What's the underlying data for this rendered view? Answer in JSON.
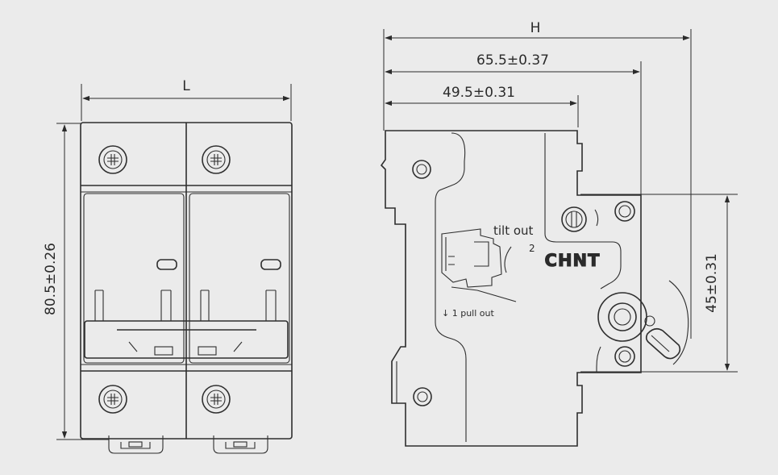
{
  "colors": {
    "background": "#ebebeb",
    "body_top": "#f1f3f5",
    "body_blue": "#bcd9ee",
    "screw": "#f2e8c8",
    "outline": "#2e2e2e"
  },
  "front_view": {
    "width_label": "L",
    "height_label": "80.5±0.26"
  },
  "side_view": {
    "overall_label": "H",
    "dim_mid_label": "65.5±0.37",
    "dim_inner_label": "49.5±0.31",
    "rail_height_label": "45±0.31",
    "logo_text": "CHNT",
    "tilt_label": "tilt out",
    "step2_label": "2",
    "pull_label": "↓ 1  pull out"
  }
}
